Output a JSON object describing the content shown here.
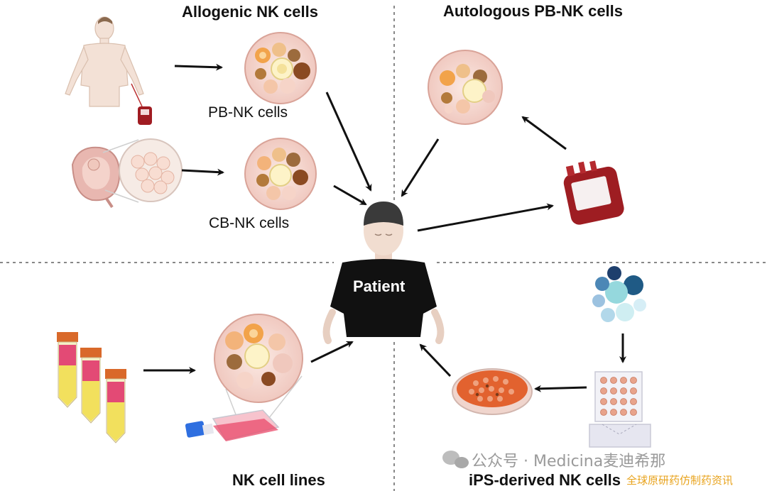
{
  "quadrants": {
    "allogenic": {
      "title": "Allogenic NK cells",
      "pb_label": "PB-NK cells",
      "cb_label": "CB-NK cells"
    },
    "autologous": {
      "title": "Autologous PB-NK cells"
    },
    "cell_lines": {
      "title": "NK cell lines"
    },
    "ips": {
      "title": "iPS-derived NK cells"
    }
  },
  "center": {
    "label": "Patient"
  },
  "watermark": {
    "main": "公众号 · Medicina麦迪希那",
    "sub": "全球原研药仿制药资讯"
  },
  "colors": {
    "blood": "#a01c22",
    "tshirt": "#111111",
    "skin": "#f1ddd0",
    "cell_bg": "#f6d9d2",
    "tube_cap": "#d9692a",
    "petri": "#e2622f"
  }
}
